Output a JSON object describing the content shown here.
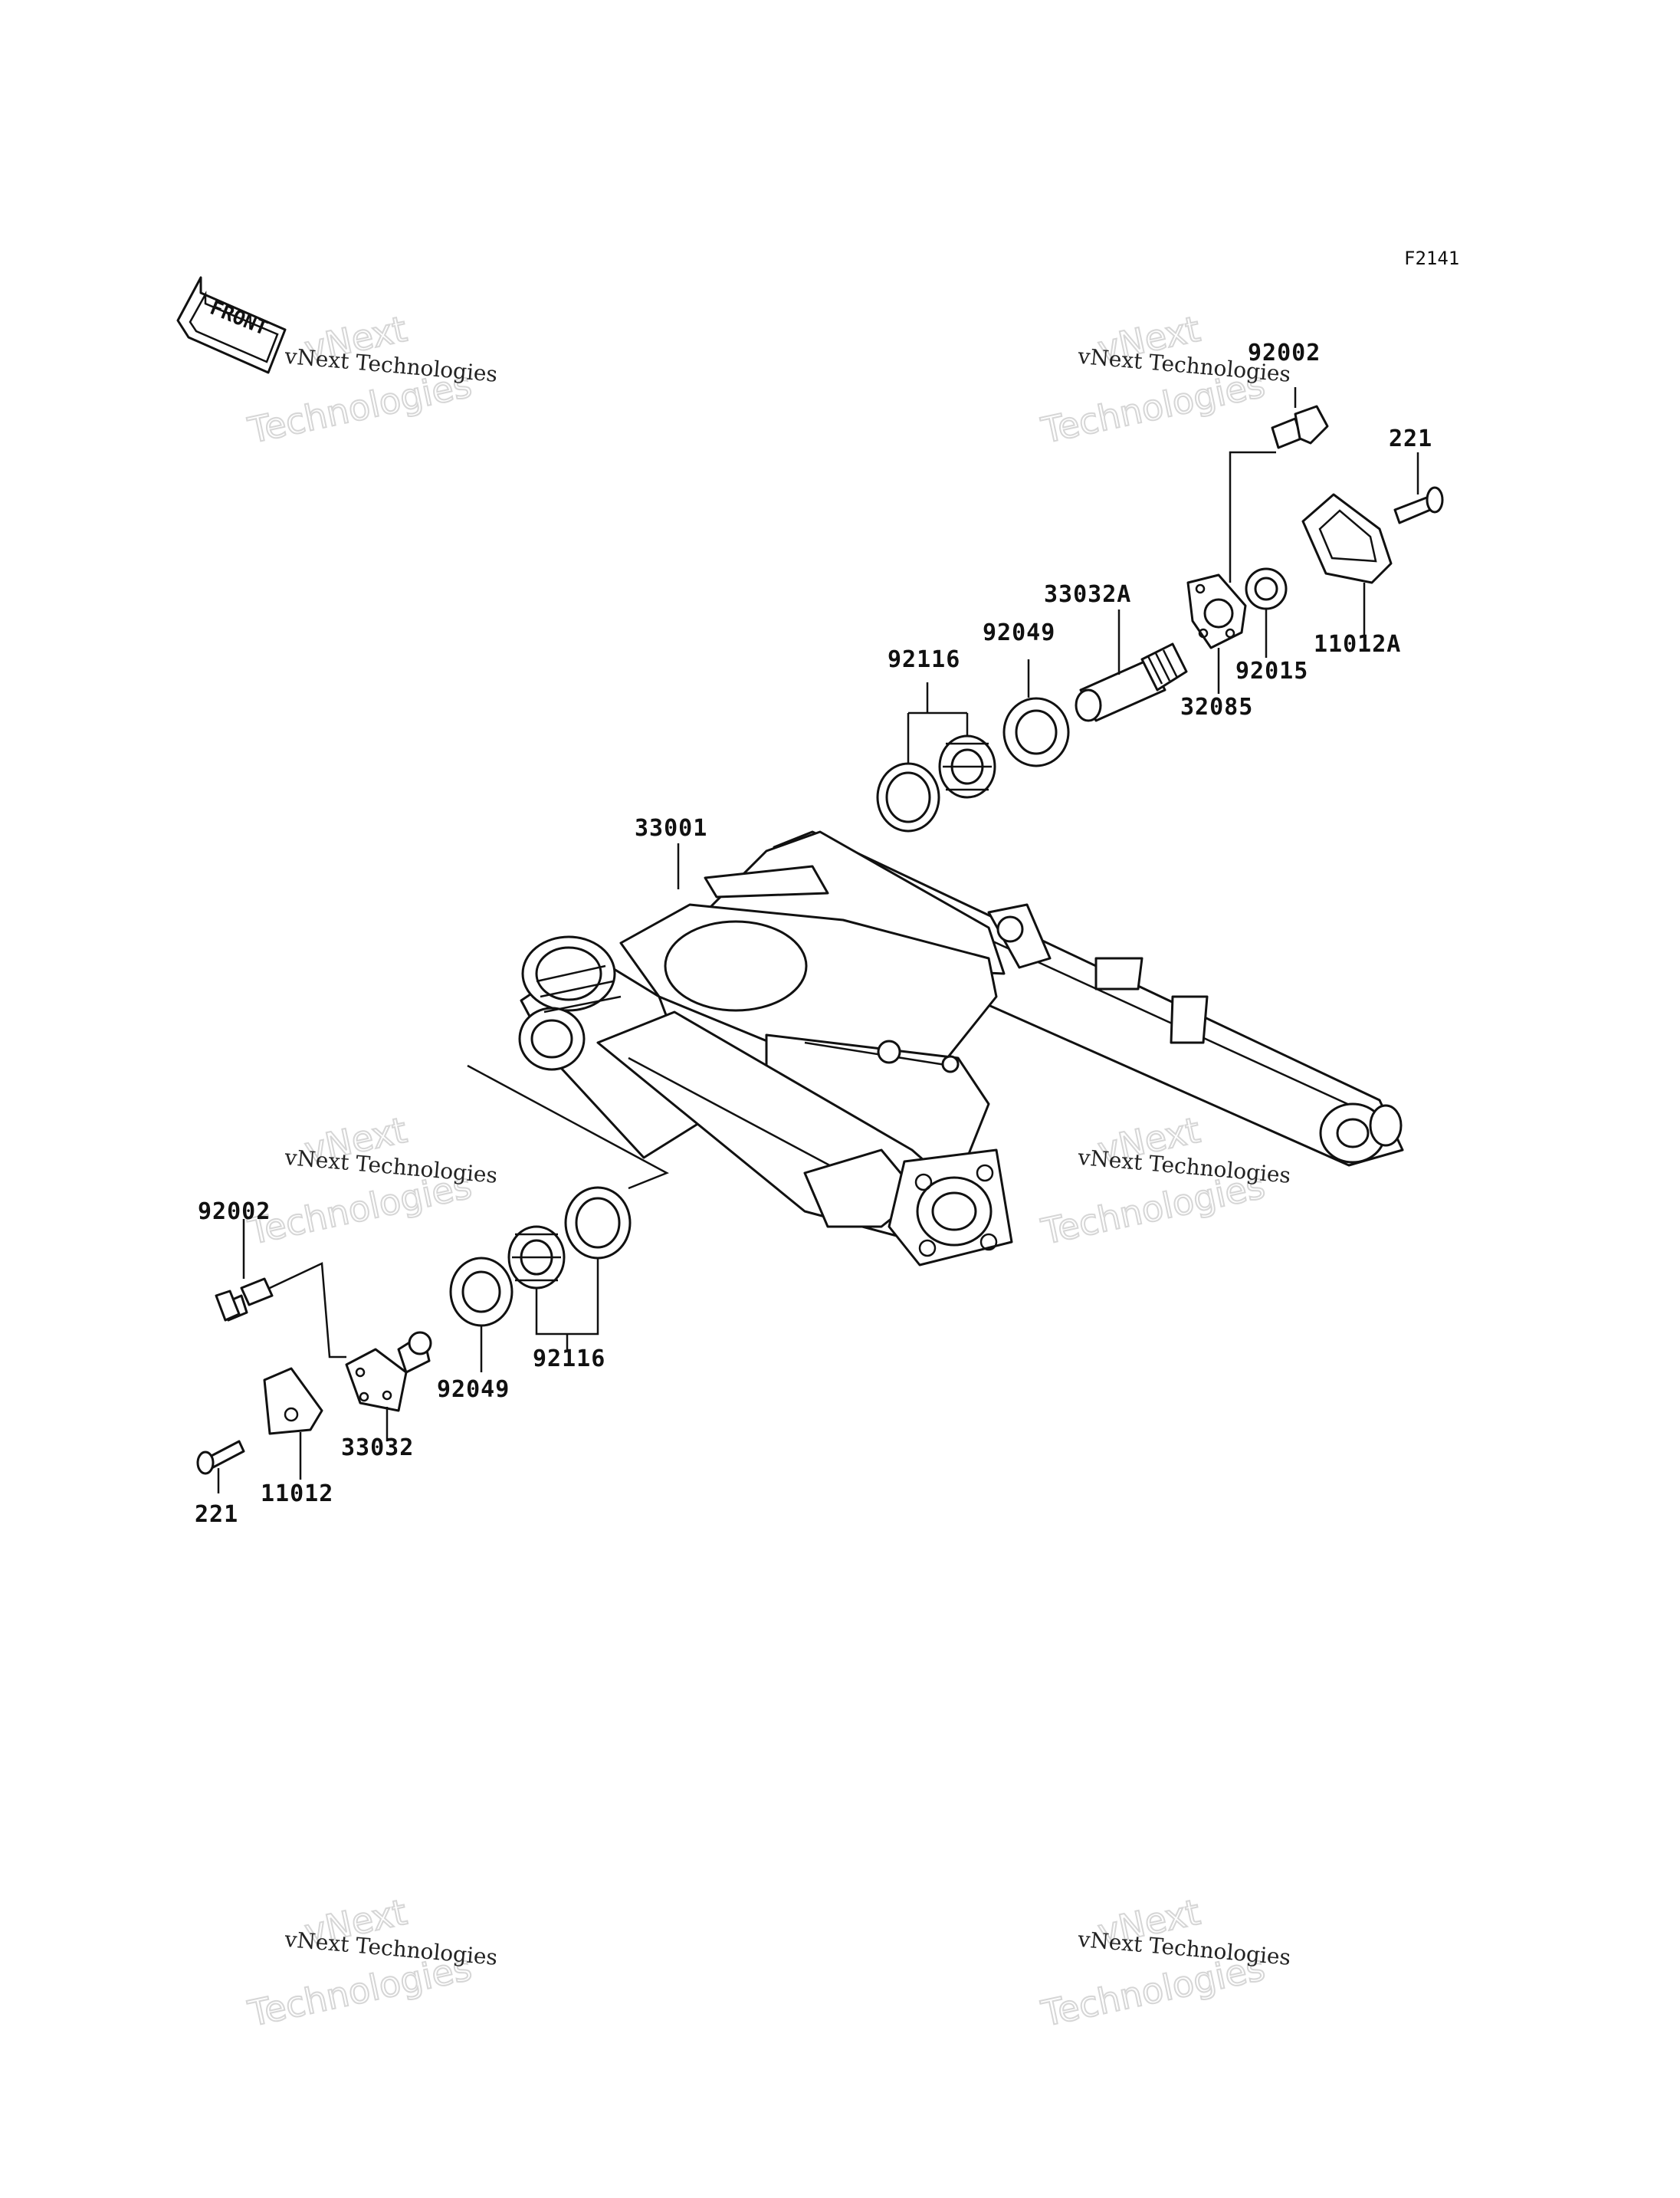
{
  "figure_code": "F2141",
  "front_label": "FRONT",
  "watermark": {
    "line1": "vNext",
    "line2": "Technologies",
    "caption": "vNext Technologies"
  },
  "labels": {
    "p92002_top": "92002",
    "p221_top": "221",
    "p33032A": "33032A",
    "p92049_top": "92049",
    "p92116_top": "92116",
    "p11012A": "11012A",
    "p92015": "92015",
    "p32085": "32085",
    "p33001": "33001",
    "p92002_bot": "92002",
    "p92116_bot": "92116",
    "p92049_bot": "92049",
    "p33032": "33032",
    "p11012": "11012",
    "p221_bot": "221"
  }
}
